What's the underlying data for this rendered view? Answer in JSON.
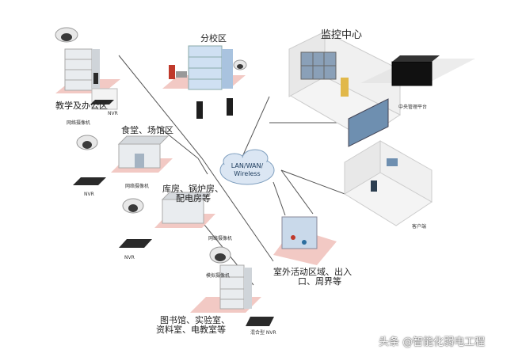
{
  "labels": {
    "teaching": "教学及办公区",
    "branch": "分校区",
    "monitor_center": "监控中心",
    "central_platform": "中央管理平台",
    "canteen": "食堂、场馆区",
    "warehouse_l1": "库房、锅炉房、",
    "warehouse_l2": "配电房等",
    "outdoor_l1": "室外活动区域、出入",
    "outdoor_l2": "口、周界等",
    "library_l1": "图书馆、实验室、",
    "library_l2": "资料室、电教室等",
    "client": "客户端",
    "net_camera_1": "网络摄像机",
    "net_camera_2": "网络摄像机",
    "net_camera_3": "网络摄像机",
    "analog_camera": "模拟摄像机",
    "nvr_1": "NVR",
    "nvr_2": "NVR",
    "nvr_3": "NVR",
    "hybrid_nvr": "混合型 NVR"
  },
  "network": {
    "line1": "LAN/WAN/",
    "line2": "Wireless"
  },
  "watermark": "头条 @智能化弱电工程",
  "colors": {
    "line": "#555555",
    "floor": "#f2c9c4",
    "cloud": "#dbe6f3",
    "building": "#e9ecef",
    "device": "#2a2a2a"
  }
}
